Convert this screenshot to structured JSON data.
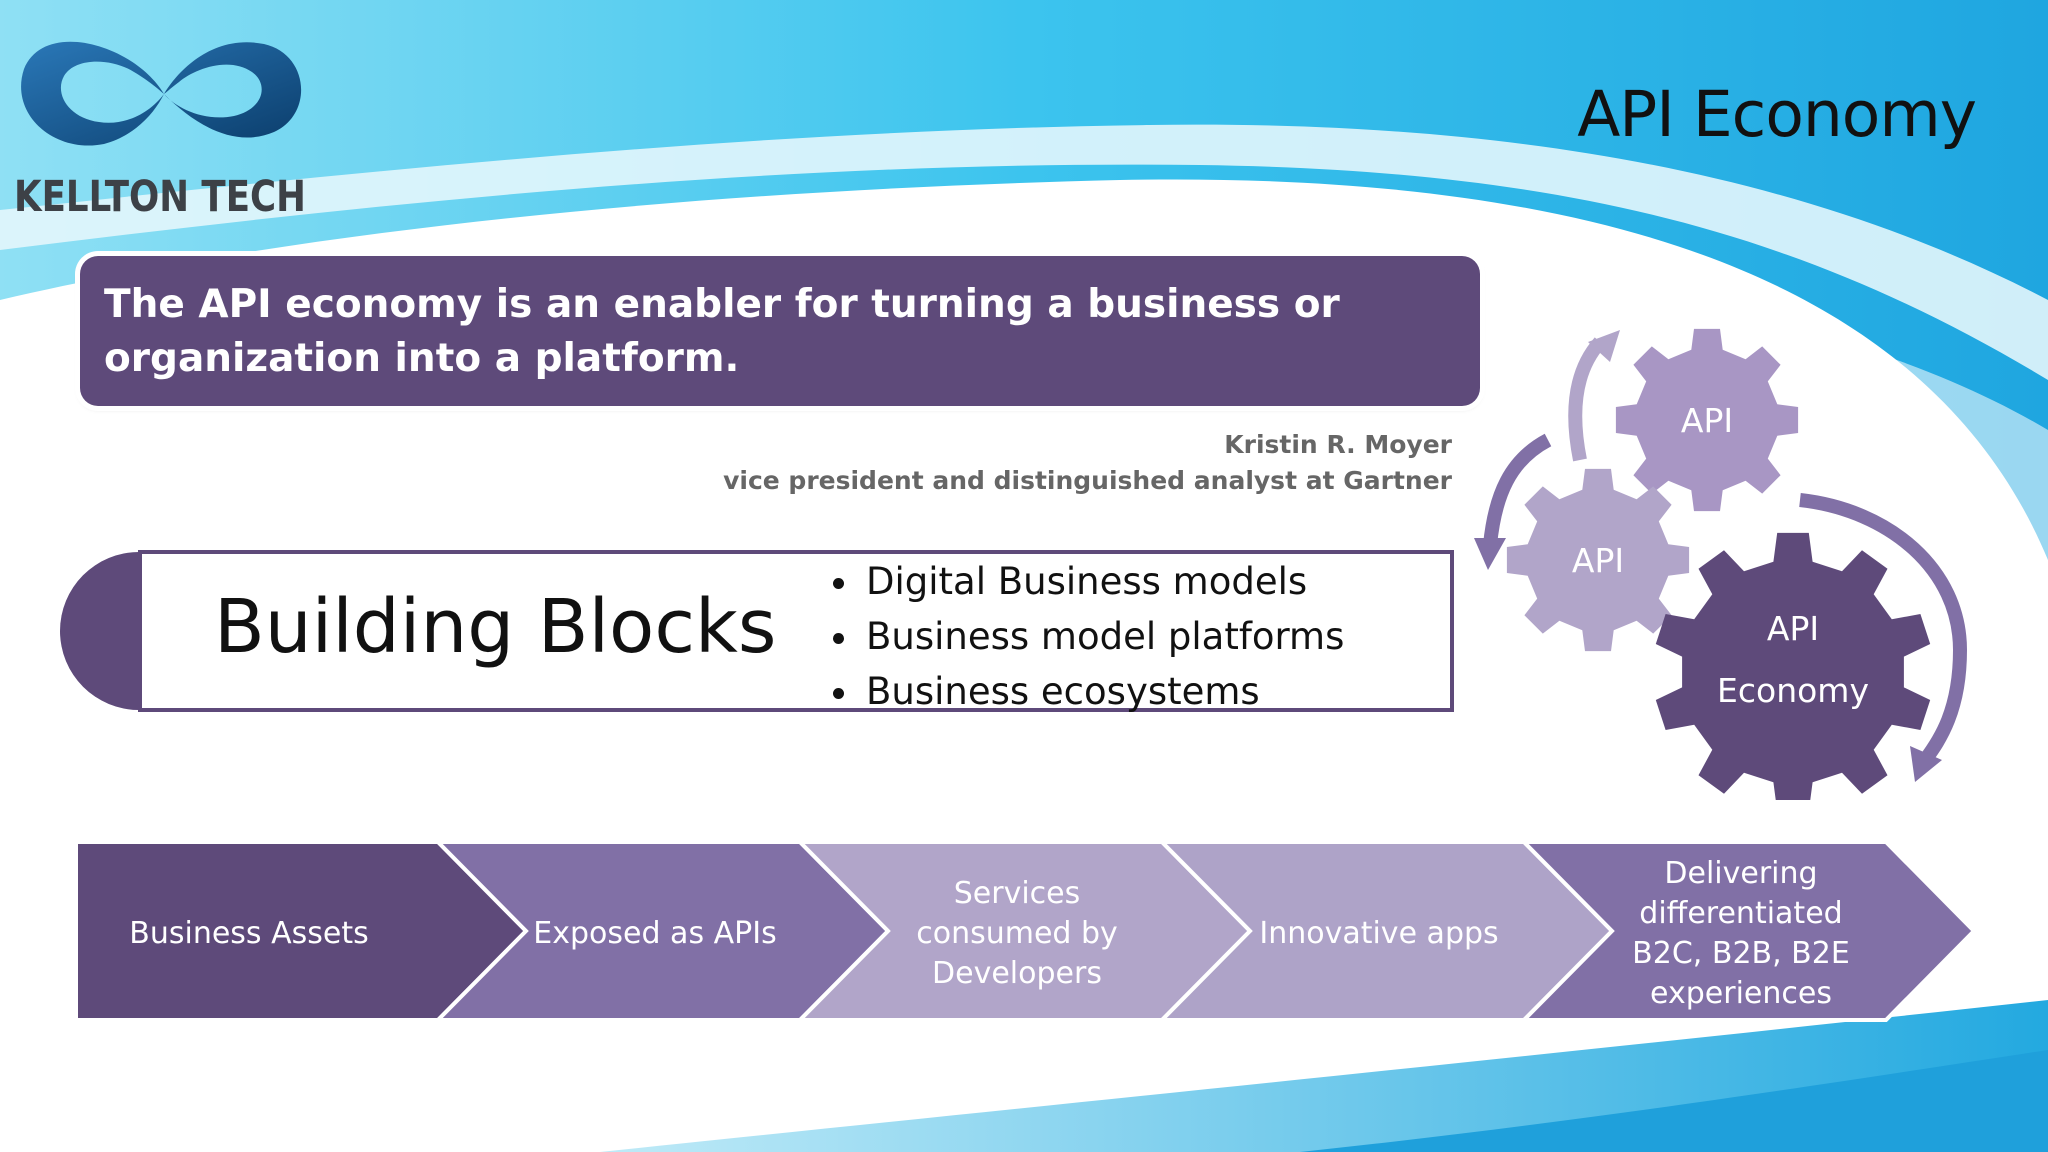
{
  "slide": {
    "title": "API Economy"
  },
  "logo": {
    "text": "KELLTON TECH",
    "icon": "infinity-logo-icon"
  },
  "quote": {
    "text": "The API economy is an enabler for turning a business or organization into a platform.",
    "author": "Kristin R. Moyer",
    "role": "vice president and distinguished analyst at Gartner"
  },
  "building_blocks": {
    "title": "Building Blocks",
    "items": [
      "Digital Business models",
      "Business model platforms",
      "Business ecosystems"
    ]
  },
  "gears": {
    "top_label": "API",
    "mid_label": "API",
    "big_label_line1": "API",
    "big_label_line2": "Economy"
  },
  "process": {
    "steps": [
      {
        "lines": [
          "Business Assets"
        ],
        "color": "#5e4a7a"
      },
      {
        "lines": [
          "Exposed as APIs"
        ],
        "color": "#8170a6"
      },
      {
        "lines": [
          "Services",
          "consumed by",
          "Developers"
        ],
        "color": "#b1a5c9"
      },
      {
        "lines": [
          "Innovative apps"
        ],
        "color": "#aea3c8"
      },
      {
        "lines": [
          "Delivering",
          "differentiated",
          "B2C, B2B, B2E",
          "experiences"
        ],
        "color": "#8170a6"
      }
    ]
  },
  "colors": {
    "primary_purple": "#5e4a7a",
    "light_purple": "#b1a5c9",
    "sky_blue": "#33bde9"
  }
}
